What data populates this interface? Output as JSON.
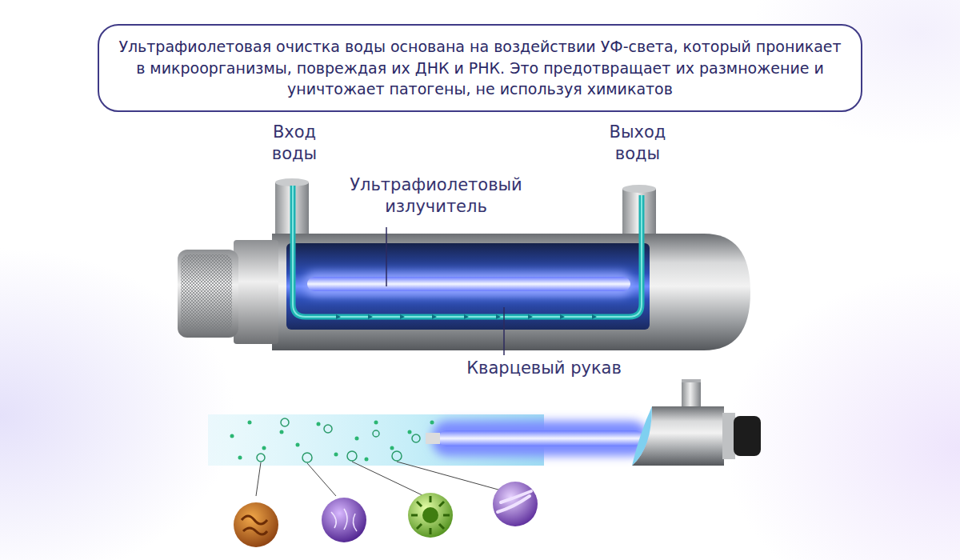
{
  "diagram": {
    "nodes": [
      {
        "text": [
          "Ультрафиолетовая очистка воды основана на воздействии УФ-света, который проникает в микроорганизмы, повреждая их ДНК и РНК. Это предотвращает их размножение и уничтожает патогены, не используя химикатов"
        ]
      }
    ],
    "labels": [
      "Вход воды",
      "Выход воды",
      "Ультрафиолетовый излучитель",
      "Кварцевый рукав"
    ]
  }
}
